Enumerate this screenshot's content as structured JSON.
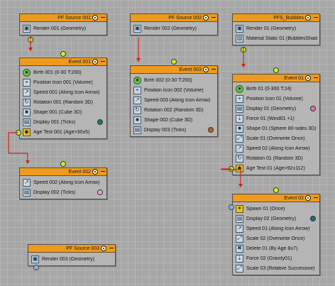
{
  "colors": {
    "header": "#ee9a1e",
    "wire": "#d42020",
    "port_green": "#c8f02a",
    "port_blue": "#9ab0cc"
  },
  "nodes": {
    "pf_source_001": {
      "title": "PF Source 001",
      "ops": [
        {
          "label": "Render 001 (Geometry)",
          "icon": "render-icon"
        }
      ]
    },
    "pf_source_002": {
      "title": "PF Source 002",
      "ops": [
        {
          "label": "Render 002 (Geometry)",
          "icon": "render-icon"
        }
      ]
    },
    "pfs_bubbles": {
      "title": "PFS_Bubbles",
      "ops": [
        {
          "label": "Render 01 (Geometry)",
          "icon": "render-icon"
        },
        {
          "label": "Material Static 01 (BubblesShad...",
          "icon": "material-icon"
        }
      ]
    },
    "event_001": {
      "title": "Event 001",
      "ops": [
        {
          "label": "Birth 001 (0-30 T:200)",
          "icon": "birth-icon"
        },
        {
          "label": "Position Icon 001 (Volume)",
          "icon": "position-icon"
        },
        {
          "label": "Speed 001 (Along Icon Arrow)",
          "icon": "speed-icon"
        },
        {
          "label": "Rotation 001 (Random 3D)",
          "icon": "rotation-icon"
        },
        {
          "label": "Shape 001 (Cube 3D)",
          "icon": "shape-icon"
        },
        {
          "label": "Display 001 (Ticks)",
          "icon": "display-icon",
          "swatch": "#1a7a6e"
        },
        {
          "label": "Age Test 001 (Age>30±5)",
          "icon": "test-icon"
        }
      ]
    },
    "event_002": {
      "title": "Event 002",
      "ops": [
        {
          "label": "Speed 002 (Along Icon Arrow)",
          "icon": "speed-icon"
        },
        {
          "label": "Display 002 (Ticks)",
          "icon": "display-icon",
          "swatch": "#e8a0e0"
        }
      ]
    },
    "event_003": {
      "title": "Event 003",
      "ops": [
        {
          "label": "Birth 002 (0-30 T:200)",
          "icon": "birth-icon"
        },
        {
          "label": "Position Icon 002 (Volume)",
          "icon": "position-icon"
        },
        {
          "label": "Speed 003 (Along Icon Arrow)",
          "icon": "speed-icon"
        },
        {
          "label": "Rotation 002 (Random 3D)",
          "icon": "rotation-icon"
        },
        {
          "label": "Shape 002 (Cube 3D)",
          "icon": "shape-icon"
        },
        {
          "label": "Display 003 (Ticks)",
          "icon": "display-icon",
          "swatch": "#c0601e"
        }
      ]
    },
    "event_01": {
      "title": "Event 01",
      "ops": [
        {
          "label": "Birth 01 (0-300 T:24)",
          "icon": "birth-icon"
        },
        {
          "label": "Position Icon 01 (Volume)",
          "icon": "position-icon"
        },
        {
          "label": "Display 01 (Geometry)",
          "icon": "display-icon",
          "swatch": "#e070b0"
        },
        {
          "label": "Force 01 (Wind01 +1)",
          "icon": "force-icon"
        },
        {
          "label": "Shape 01 (Sphere 80-sides 3D)",
          "icon": "shape-icon"
        },
        {
          "label": "Scale 01 (Overwrite Once)",
          "icon": "scale-icon"
        },
        {
          "label": "Speed 02 (Along Icon Arrow)",
          "icon": "speed-icon"
        },
        {
          "label": "Rotation 01 (Random 3D)",
          "icon": "rotation-icon"
        },
        {
          "label": "Age Test 01 (Age>92±112)",
          "icon": "test-icon"
        }
      ]
    },
    "event_02": {
      "title": "Event 02",
      "ops": [
        {
          "label": "Spawn 01 (Once)",
          "icon": "spawn-icon"
        },
        {
          "label": "Display 02 (Geometry)",
          "icon": "display-icon",
          "swatch": "#1a6e80"
        },
        {
          "label": "Speed 01 (Along Icon Arrow)",
          "icon": "speed-icon"
        },
        {
          "label": "Scale 02 (Overwrite Once)",
          "icon": "scale-icon"
        },
        {
          "label": "Delete 01 (By Age 8±7)",
          "icon": "delete-icon"
        },
        {
          "label": "Force 02 (Gravity01)",
          "icon": "force-icon"
        },
        {
          "label": "Scale 03 (Relative Successive)",
          "icon": "scale-icon"
        }
      ]
    },
    "pf_source_003": {
      "title": "PF Source 003",
      "ops": [
        {
          "label": "Render 003 (Geometry)",
          "icon": "render-icon"
        }
      ]
    }
  }
}
